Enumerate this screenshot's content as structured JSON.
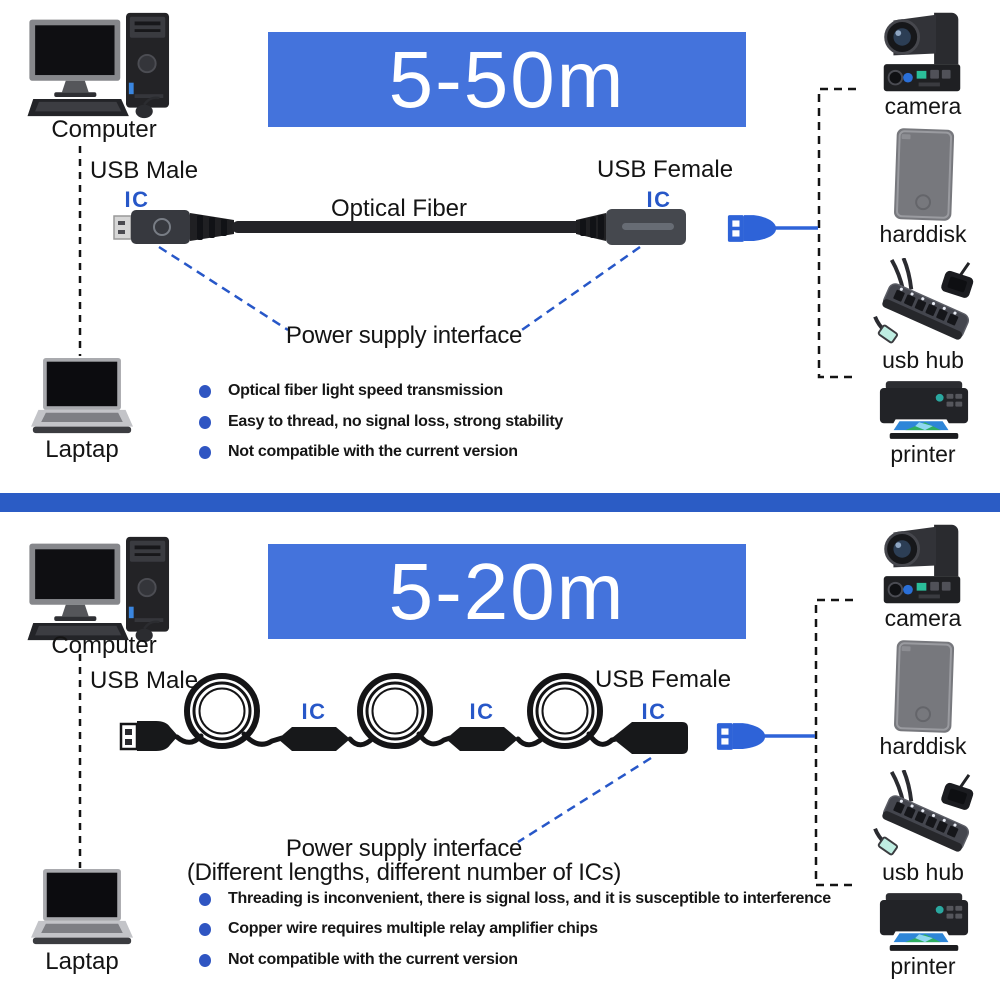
{
  "colors": {
    "banner_blue": "#4473DC",
    "divider_blue": "#2B5CC5",
    "accent_blue": "#2757C8",
    "plug_blue": "#2E63D8"
  },
  "panels": [
    {
      "banner": "5-50m",
      "computer_label": "Computer",
      "laptop_label": "Laptap",
      "usb_male": "USB Male",
      "usb_female": "USB Female",
      "cable_type": "Optical Fiber",
      "ic": "IC",
      "callout": "Power supply interface",
      "bullets": [
        "Optical fiber light speed transmission",
        "Easy to thread, no signal loss, strong stability",
        "Not compatible with the current version"
      ],
      "devices": [
        "camera",
        "harddisk",
        "usb hub",
        "printer"
      ]
    },
    {
      "banner": "5-20m",
      "computer_label": "Computer",
      "laptop_label": "Laptap",
      "usb_male": "USB Male",
      "usb_female": "USB Female",
      "ic": "IC",
      "callout": "Power supply interface",
      "callout_note": "(Different lengths, different number of ICs)",
      "bullets": [
        "Threading is inconvenient, there is signal loss, and it is susceptible to interference",
        "Copper wire requires multiple relay amplifier chips",
        "Not compatible with the current version"
      ],
      "devices": [
        "camera",
        "harddisk",
        "usb hub",
        "printer"
      ]
    }
  ]
}
